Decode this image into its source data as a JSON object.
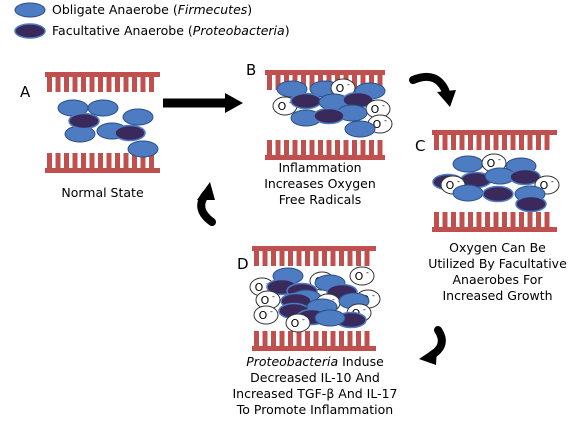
{
  "legend": {
    "obligate": {
      "name": "Obligate Anaerobe",
      "taxon": "Firmecutes"
    },
    "facultative": {
      "name": "Facultative Anaerobe",
      "taxon": "Proteobacteria"
    }
  },
  "panels": {
    "A": {
      "letter": "A",
      "caption": "Normal State"
    },
    "B": {
      "letter": "B",
      "caption_lines": [
        "Inflammation",
        "Increases Oxygen",
        "Free Radicals"
      ]
    },
    "C": {
      "letter": "C",
      "caption_lines": [
        "Oxygen Can Be",
        "Utilized By Facultative",
        "Anaerobes For",
        "Increased Growth"
      ]
    },
    "D": {
      "letter": "D",
      "caption_italic": "Proteobacteria",
      "caption_line1_rest": " Induse",
      "caption_lines": [
        "Decreased IL-10 And",
        "Increased TGF-β And IL-17",
        "To Promote Inflammation"
      ]
    }
  },
  "radical_label": "O",
  "colors": {
    "obligate": "#4d7cc2",
    "facultative": "#3a2a5c",
    "epithelium": "#c0504d",
    "arrow": "#000000"
  }
}
